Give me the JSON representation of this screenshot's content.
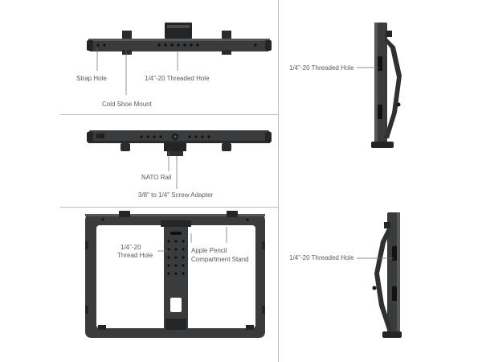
{
  "panels": {
    "top_view": {
      "strap_hole": "Strap Hole",
      "threaded_hole": "1/4\"-20 Threaded Hole",
      "cold_shoe": "Cold Shoe Mount"
    },
    "bottom_view": {
      "nato_rail": "NATO Rail",
      "screw_adapter": "3/8\" to 1/4\" Screw Adapter"
    },
    "front_view": {
      "thread_hole_line1": "1/4\"-20",
      "thread_hole_line2": "Thread Hole",
      "pencil_line1": "Apple Pencil",
      "pencil_line2": "Compartment Stand"
    },
    "side_view_upper": {
      "threaded_hole": "1/4\"-20 Threaded Hole"
    },
    "side_view_lower": {
      "threaded_hole": "1/4\"-20 Threaded Hole"
    }
  },
  "colors": {
    "background": "#ffffff",
    "divider": "#bdbdbd",
    "metal": "#3a3b3d",
    "metal_dark": "#242527",
    "metal_light": "#5a5b5e",
    "leader_line": "#6a6a6a",
    "label_text": "#5a5a5a"
  }
}
